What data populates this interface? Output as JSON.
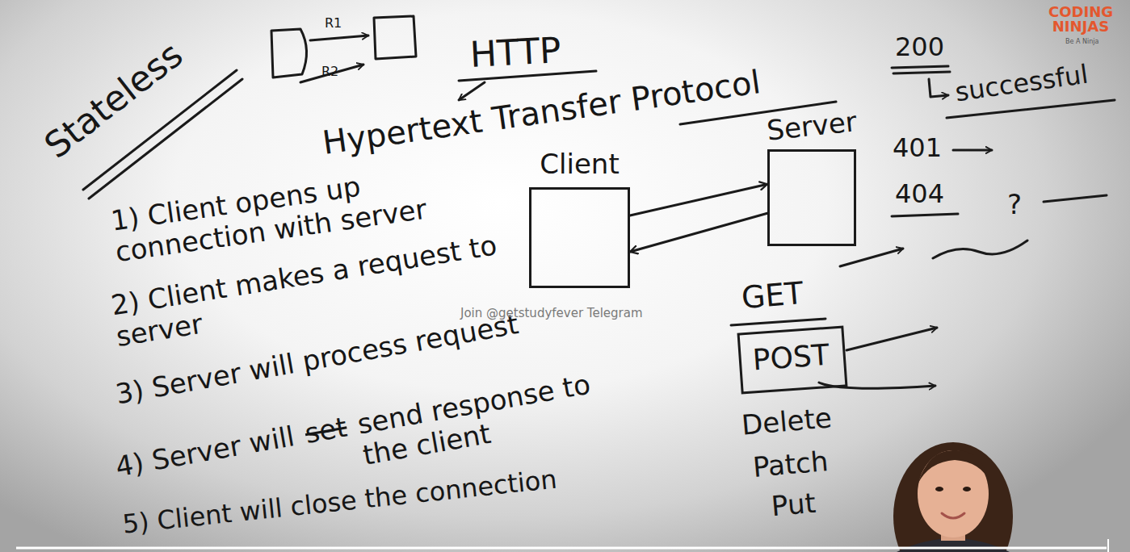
{
  "diagram": {
    "nodes": [
      {
        "text": [
          "Client"
        ]
      },
      {
        "text": [
          "Server"
        ]
      },
      {
        "text": [
          "POST"
        ]
      }
    ],
    "edges": [
      {
        "from": 0,
        "to": 1,
        "arrow": "to"
      },
      {
        "from": 1,
        "to": 0,
        "arrow": "to"
      }
    ],
    "labels": [
      "CODING NINJAS",
      "Be A Ninja",
      "Stateless",
      "R1",
      "R2",
      "HTTP",
      "Hypertext Transfer Protocol",
      "200",
      "successful",
      "401",
      "404",
      "?",
      "1) Client opens up connection with server",
      "2) Client makes a request to server",
      "3) Server will process request",
      "4) Server will",
      "set",
      "send response to the client",
      "5) Client will close the connection",
      "GET",
      "Delete",
      "Patch",
      "Put",
      "Join @getstudyfever Telegram"
    ]
  }
}
